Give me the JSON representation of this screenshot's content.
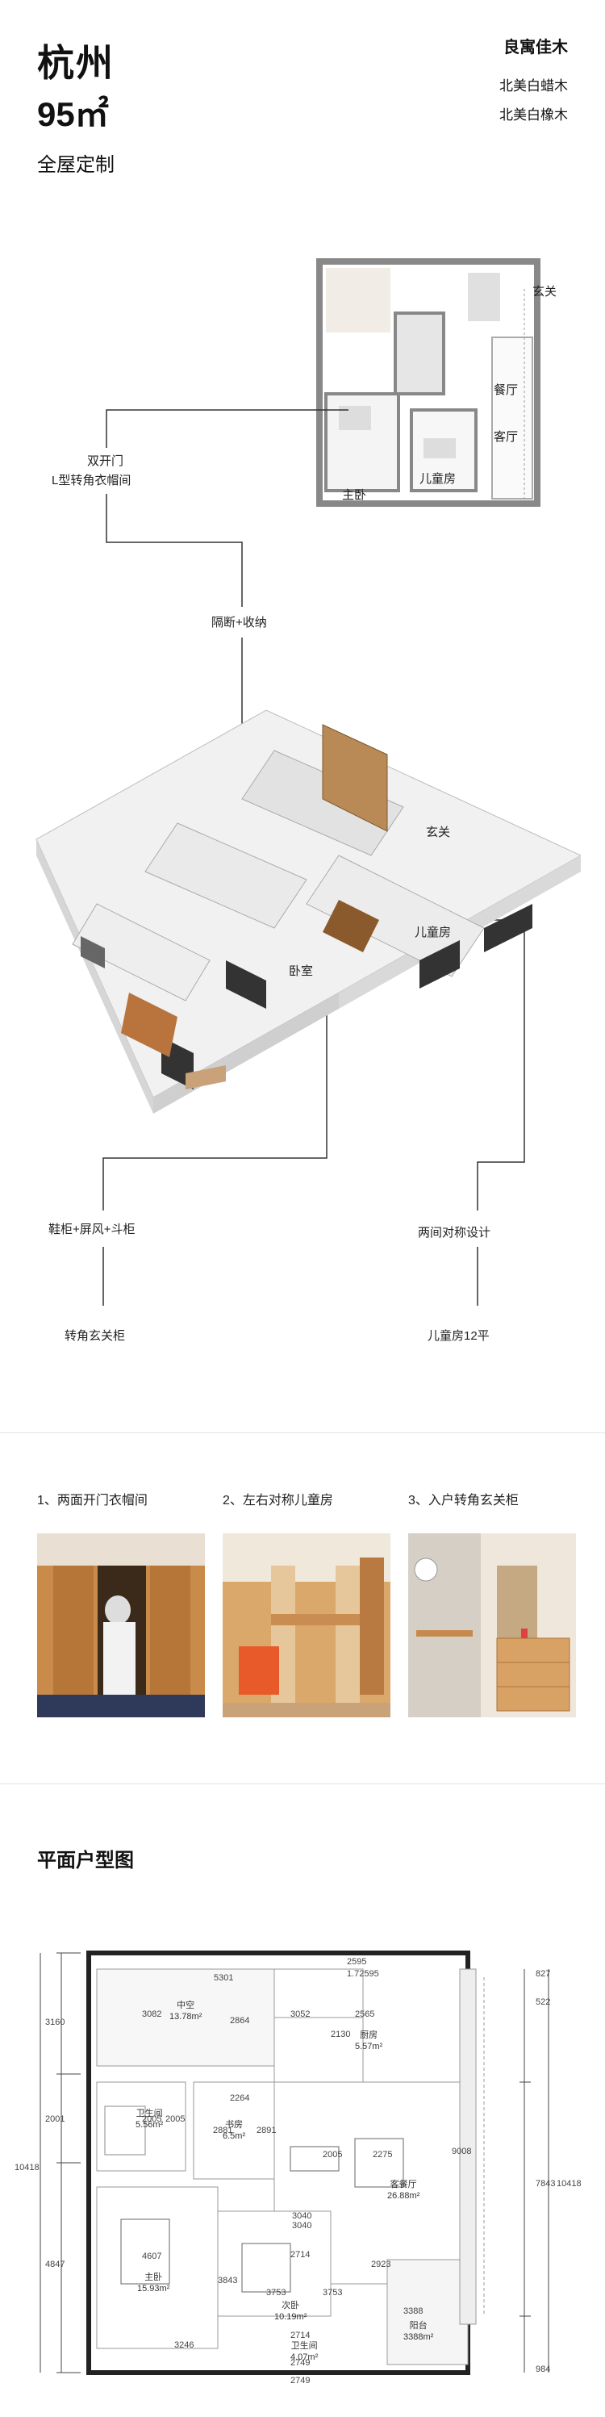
{
  "header": {
    "city": "杭州",
    "area": "95㎡",
    "subtitle": "全屋定制",
    "brand": "良寓佳木",
    "woods": [
      "北美白蜡木",
      "北美白橡木"
    ]
  },
  "top_plan": {
    "labels": {
      "entry": "玄关",
      "dining": "餐厅",
      "living": "客厅",
      "master": "主卧",
      "kids": "儿童房"
    }
  },
  "callouts": {
    "wardrobe": [
      "双开门",
      "L型转角衣帽间"
    ],
    "partition": "隔断+收纳",
    "shoe": "鞋柜+屏风+斗柜",
    "symmetric": "两间对称设计",
    "corner_foyer": "转角玄关柜",
    "kids_area": "儿童房12平"
  },
  "iso_labels": {
    "entry": "玄关",
    "bedroom": "卧室",
    "kids": "儿童房"
  },
  "features": [
    {
      "title": "1、两面开门衣帽间"
    },
    {
      "title": "2、左右对称儿童房"
    },
    {
      "title": "3、入户转角玄关柜"
    }
  ],
  "floor_plan": {
    "title": "平面户型图",
    "rooms": [
      {
        "name": "中空",
        "area": "13.78m²"
      },
      {
        "name": "厨房",
        "area": "5.57m²"
      },
      {
        "name": "书房",
        "area": "6.5m²"
      },
      {
        "name": "客餐厅",
        "area": "26.88m²"
      },
      {
        "name": "主卧",
        "area": "15.93m²"
      },
      {
        "name": "次卧",
        "area": "10.19m²"
      },
      {
        "name": "卫生间",
        "area": "5.56m²"
      },
      {
        "name": "卫生间",
        "area": "4.07m²"
      },
      {
        "name": "阳台",
        "area": "3388m²"
      }
    ],
    "dims_left": [
      "3160",
      "2001",
      "4847",
      "10418"
    ],
    "dims_right": [
      "827",
      "522",
      "7843",
      "10418",
      "984"
    ],
    "dims_inner": [
      "5301",
      "3082",
      "2864",
      "3052",
      "2595",
      "1.72595",
      "2565",
      "2130",
      "2264",
      "2881",
      "2891",
      "2005",
      "2005",
      "2005",
      "2275",
      "9008",
      "3040",
      "3040",
      "4607",
      "3843",
      "3753",
      "3753",
      "2714",
      "2923",
      "3388",
      "3246",
      "2714",
      "2749",
      "2749"
    ]
  },
  "colors": {
    "wall": "#dcdcdc",
    "wood": "#b8743c",
    "line": "#222222"
  }
}
